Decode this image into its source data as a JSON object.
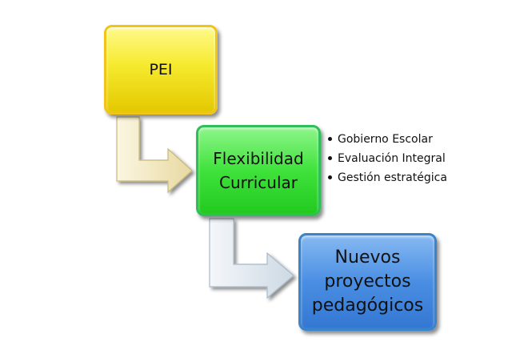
{
  "boxes": {
    "pei": {
      "label": "PEI"
    },
    "flexibilidad": {
      "label": "Flexibilidad\nCurricular"
    },
    "nuevos": {
      "label": "Nuevos\nproyectos\npedagógicos"
    }
  },
  "bullets": [
    "Gobierno Escolar",
    "Evaluación Integral",
    "Gestión estratégica"
  ],
  "colors": {
    "pei": "#f6ea2e",
    "flexibilidad": "#3fe23b",
    "nuevos": "#4a8ee3",
    "arrow1": "#efe2b0",
    "arrow2": "#d8e2ea"
  }
}
